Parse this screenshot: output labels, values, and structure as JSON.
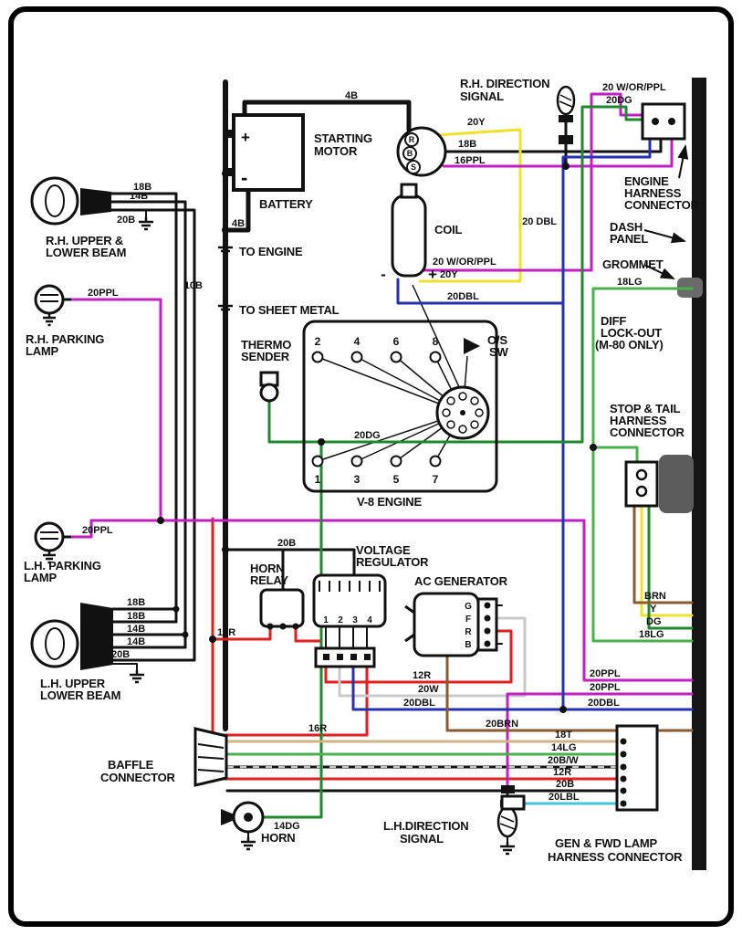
{
  "colors": {
    "black": "#121212",
    "red": "#e01f1f",
    "yellow": "#f0e22a",
    "purple": "#c21fc2",
    "dgreen": "#1e8a2e",
    "dblue": "#2730b0",
    "lgreen": "#49b04d",
    "lblue": "#45c7d8",
    "brown": "#8a5a33",
    "tan": "#cfb486",
    "white": "#c9c9c9",
    "bar": "#161616",
    "grommet": "#6a6a6a"
  },
  "labels": {
    "starting_motor": [
      "STARTING",
      "MOTOR"
    ],
    "battery": "BATTERY",
    "to_engine": "TO ENGINE",
    "to_sheet_metal": "TO SHEET METAL",
    "coil": "COIL",
    "rh_direction": [
      "R.H. DIRECTION",
      "SIGNAL"
    ],
    "engine_harness": [
      "ENGINE",
      "HARNESS",
      "CONNECTOR"
    ],
    "dash_panel": [
      "DASH",
      "PANEL"
    ],
    "grommet": "GROMMET",
    "diff_lockout": [
      "DIFF",
      "LOCK-OUT",
      "(M-80 ONLY)"
    ],
    "thermo_sender": [
      "THERMO",
      "SENDER"
    ],
    "os_sw": [
      "O/S",
      "SW"
    ],
    "v8_engine": "V-8 ENGINE",
    "stop_tail": [
      "STOP & TAIL",
      "HARNESS",
      "CONNECTOR"
    ],
    "rh_beam": [
      "R.H. UPPER &",
      "LOWER BEAM"
    ],
    "rh_parking": [
      "R.H. PARKING",
      "LAMP"
    ],
    "lh_parking": [
      "L.H. PARKING",
      "LAMP"
    ],
    "lh_beam": [
      "L.H. UPPER",
      "LOWER BEAM"
    ],
    "horn_relay": [
      "HORN",
      "RELAY"
    ],
    "voltage_regulator": [
      "VOLTAGE",
      "REGULATOR"
    ],
    "ac_generator": "AC GENERATOR",
    "baffle_connector": [
      "BAFFLE",
      "CONNECTOR"
    ],
    "horn": "HORN",
    "lh_direction": [
      "L.H.DIRECTION",
      "SIGNAL"
    ],
    "gen_fwd": [
      "GEN & FWD LAMP",
      "HARNESS CONNECTOR"
    ]
  },
  "wire_labels": {
    "batt_starter": "4B",
    "batt_ground": "4B",
    "ground_sheet": "10B",
    "starter_yellow": "20Y",
    "starter_black": "18B",
    "starter_purple": "16PPL",
    "coil_purple": "20 W/OR/PPL",
    "coil_yellow": "20Y",
    "coil_blue": "20DBL",
    "top_purple": "20 W/OR/PPL",
    "top_green": "20DG",
    "mid_blue": "20 DBL",
    "grommet_green": "18LG",
    "engine_green": "20DG",
    "rh_beam_1": "18B",
    "rh_beam_2": "14B",
    "rh_beam_3": "20B",
    "rh_park": "20PPL",
    "lh_park": "20PPL",
    "lh_beam_1": "18B",
    "lh_beam_2": "18B",
    "lh_beam_3": "14B",
    "lh_beam_4": "14B",
    "lh_beam_5": "20B",
    "relay_black": "20B",
    "relay_red": "10R",
    "reg_red": "12R",
    "reg_white": "20W",
    "reg_blue": "20DBL",
    "reg_red2": "16R",
    "gen_brown": "20BRN",
    "tail_brn": "BRN",
    "tail_y": "Y",
    "tail_dg": "DG",
    "tail_lg": "18LG",
    "right_ppl1": "20PPL",
    "right_ppl2": "20PPL",
    "right_dbl": "20DBL",
    "row_tan": "18T",
    "row_lg": "14LG",
    "row_bw": "20B/W",
    "row_red": "12R",
    "row_blk": "20B",
    "row_lbl": "20LBL",
    "horn_green": "14DG"
  },
  "terminals": {
    "battery_plus": "+",
    "battery_minus": "-",
    "coil_minus": "-",
    "coil_plus": "+",
    "starter": [
      "R",
      "B",
      "S"
    ],
    "generator": [
      "G",
      "F",
      "R",
      "B"
    ],
    "engine_top": [
      "2",
      "4",
      "6",
      "8"
    ],
    "engine_bottom": [
      "1",
      "3",
      "5",
      "7"
    ],
    "regulator": [
      "1",
      "2",
      "3",
      "4"
    ]
  }
}
